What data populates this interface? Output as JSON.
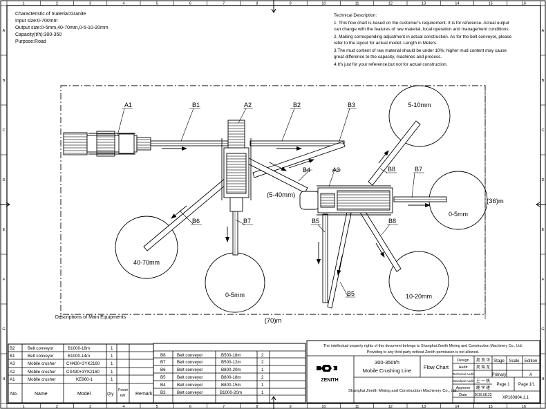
{
  "frame": {
    "col_numbers": [
      "1",
      "2",
      "3",
      "4",
      "5",
      "6",
      "7",
      "8",
      "9",
      "10",
      "11",
      "12",
      "13",
      "14",
      "15",
      "16"
    ],
    "row_letters": [
      "A",
      "B",
      "C",
      "D",
      "E",
      "F",
      "G",
      "H"
    ]
  },
  "characteristics": {
    "title": "Characteristic of material:Granite",
    "input": "Input size:0-700mm",
    "output": "Output size:0-5mm,40-70mm,0-5-10-20mm",
    "capacity": "Capacity(t/h):300-350",
    "purpose": "Purpose:Road"
  },
  "technical": {
    "heading": "Technical Description:",
    "lines": [
      "1. This flow chart is based on the customer's requirement. It is for reference. Actual output",
      "can change with the features of raw material, local operation and management conditions.",
      "2. Making corresponding adjustment in actual construction. As for the belt conveyor, please",
      "refer to the layout for actual model. Length in Meters.",
      "3.The mud content of raw material should  be under 10%; higher mud content may cause",
      "great difference to the capacity, machines and process.",
      "4.It's just for your reference,but not for actual construction."
    ]
  },
  "layout": {
    "labels": {
      "A1": "A1",
      "A2": "A2",
      "A3": "A3",
      "B1": "B1",
      "B2": "B2",
      "B3": "B3",
      "B4": "B4",
      "B5": "B5",
      "B6": "B6",
      "B7a": "B7",
      "B7b": "B7",
      "B8a": "B8",
      "B8b": "B8"
    },
    "piles": {
      "p1": "5-10mm",
      "p2": "0-5mm",
      "p3": "40-70mm",
      "p4": "0-5mm",
      "p5": "10-20mm"
    },
    "screen_output": "(5-40mm)",
    "dim_height": "(36)m",
    "dim_width": "(70)m"
  },
  "equipment": {
    "title": "Descriptions of Main Equipments",
    "headers": {
      "no": "No.",
      "name": "Name",
      "model": "Model",
      "qty": "Qty",
      "power_top": "Power",
      "power_bottom": "kW",
      "remark": "Remark"
    },
    "left_rows": [
      {
        "no": "B2",
        "name": "Belt conveyor",
        "model": "B1000-18m",
        "qty": "1"
      },
      {
        "no": "B1",
        "name": "Belt conveyor",
        "model": "B1000-14m",
        "qty": "1"
      },
      {
        "no": "A3",
        "name": "Mobile crusher",
        "model": "CH430+3YK2160",
        "qty": "1"
      },
      {
        "no": "A2",
        "name": "Mobile crusher",
        "model": "CS430+3YK2160",
        "qty": "1"
      },
      {
        "no": "A1",
        "name": "Mobile crusher",
        "model": "KE860-1",
        "qty": "1"
      }
    ],
    "right_rows": [
      {
        "no": "B8",
        "name": "Belt conveyor",
        "model": "B500-18m",
        "qty": "2"
      },
      {
        "no": "B7",
        "name": "Belt conveyor",
        "model": "B500-12m",
        "qty": "2"
      },
      {
        "no": "B6",
        "name": "Belt conveyor",
        "model": "B800-20m",
        "qty": "1"
      },
      {
        "no": "B5",
        "name": "Belt conveyor",
        "model": "B800-18m",
        "qty": "2"
      },
      {
        "no": "B4",
        "name": "Belt conveyor",
        "model": "B800-15m",
        "qty": "1"
      },
      {
        "no": "B3",
        "name": "Belt conveyor",
        "model": "B1000-20m",
        "qty": "1"
      }
    ]
  },
  "titleblock": {
    "ip_line1": "The intellectual property rights of this document belongs to Shanghai Zenith Mining and Construction Machinery Co., Ltd.",
    "ip_line2": "Providing to any third party without Zenith permission is not allowed.",
    "project_line1": "300-350t/h",
    "project_line2": "Mobile Crushing Line",
    "drawing_type": "Flow Chart",
    "company": "Shanghai Zenith Mining and Construction Machinery Co., Ltd.",
    "logo_text": "ZENITH",
    "roles": [
      {
        "role": "Design",
        "sig": "吴 良 华"
      },
      {
        "role": "Audit",
        "sig": "吴 海 龙"
      },
      {
        "role": "Technical Audit",
        "sig": ""
      },
      {
        "role": "Standard Audit",
        "sig": "王 一 帆"
      },
      {
        "role": "Approve",
        "sig": "鹿 学 建"
      },
      {
        "role": "Date",
        "sig": "2016.08.22"
      }
    ],
    "stage_h": "Stage",
    "scale_h": "Scale",
    "edition_h": "Edition",
    "stage_v": "Primary",
    "scale_v": "",
    "edition_v": "A",
    "page": "Page 1",
    "pages": "Page 1/1",
    "drawing_no": "XP160804.1.1"
  }
}
